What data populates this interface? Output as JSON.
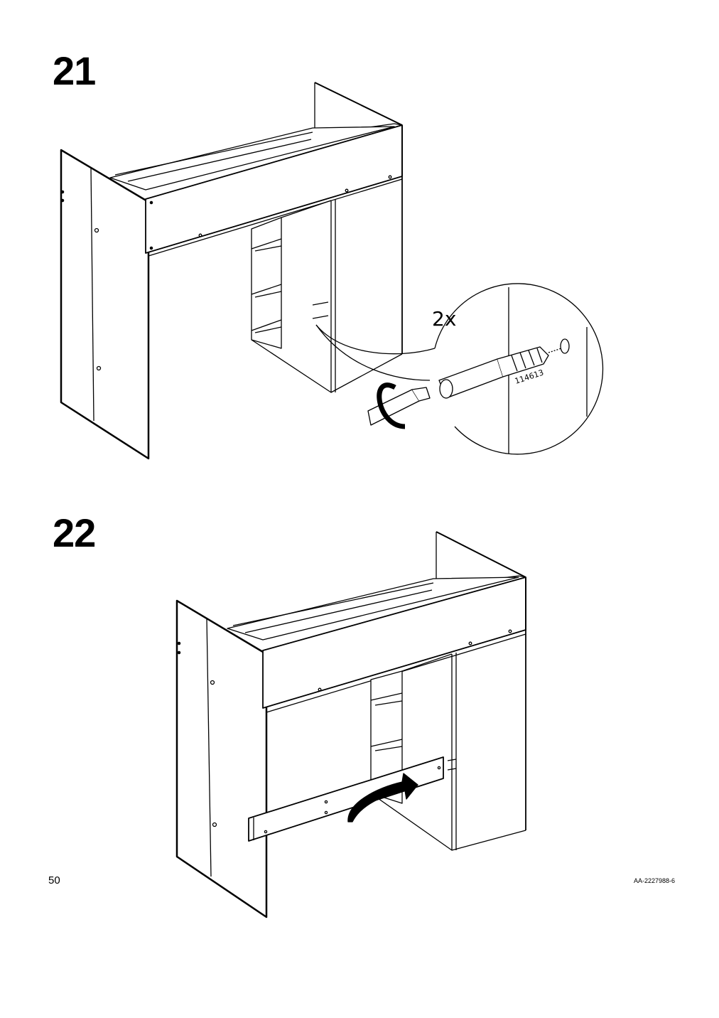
{
  "steps": [
    {
      "number": "21",
      "callout_quantity": "2x",
      "part_number": "114613"
    },
    {
      "number": "22"
    }
  ],
  "footer": {
    "page_number": "50",
    "document_code": "AA-2227988-6"
  }
}
